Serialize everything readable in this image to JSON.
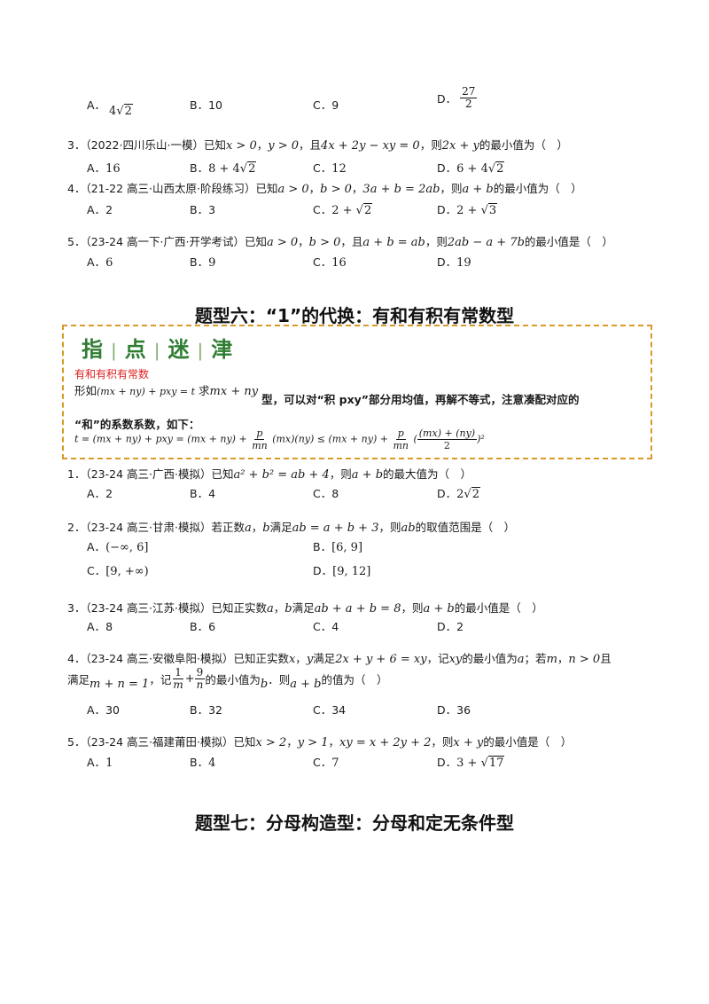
{
  "top_options": {
    "a_label": "A．",
    "a_val": "4",
    "a_rad": "2",
    "b_label": "B．",
    "b_val": "10",
    "c_label": "C．",
    "c_val": "9",
    "d_label": "D．",
    "d_num": "27",
    "d_den": "2"
  },
  "q3": {
    "prefix": "3．（2022·四川乐山·一模）已知",
    "c1": "x > 0",
    "s1": "，",
    "c2": "y > 0",
    "s2": "，且",
    "c3": "4x + 2y − xy = 0",
    "s3": "，则",
    "c4": "2x + y",
    "tail": "的最小值为（　）",
    "opts": [
      "A．",
      "16",
      "B．",
      "8 + 4",
      "2",
      "C．",
      "12",
      "D．",
      "6 + 4",
      "2"
    ]
  },
  "q4": {
    "prefix": "4．（21-22 高三·山西太原·阶段练习）已知",
    "c1": "a > 0",
    "s1": "，",
    "c2": "b > 0",
    "s2": "，",
    "c3": "3a + b = 2ab",
    "s3": "，则",
    "c4": "a + b",
    "tail": "的最小值为（　）",
    "opts": [
      "A．",
      "2",
      "B．",
      "3",
      "C．",
      "2 + ",
      "2",
      "D．",
      "2 + ",
      "3"
    ]
  },
  "q5": {
    "prefix": "5．（23-24 高一下·广西·开学考试）已知",
    "c1": "a > 0",
    "s1": "，",
    "c2": "b > 0",
    "s2": "，且",
    "c3": "a + b = ab",
    "s3": "，则",
    "c4": "2ab − a + 7b",
    "tail": "的最小值是（　）",
    "opts": [
      "A．",
      "6",
      "B．",
      "9",
      "C．",
      "16",
      "D．",
      "19"
    ]
  },
  "heading6": "题型六：“1”的代换：有和有积有常数型",
  "tip": {
    "t1": "指",
    "t2": "点",
    "t3": "迷",
    "t4": "津",
    "sep": "|",
    "red": "有和有积有常数",
    "line1_pre": "形如",
    "line1_m1": "(mx + ny) + pxy = t",
    "line1_mid": "求",
    "line1_m2": "mx + ny",
    "line1_bold": "型，可以对“积 pxy”部分用均值，再解不等式，注意凑配对应的",
    "line2_bold": "“和”的系数系数，如下：",
    "f_a": "t = (mx + ny) + pxy = (mx + ny) +",
    "f_p": "p",
    "f_mn": "mn",
    "f_b": "(mx)(ny) ≤ (mx + ny) +",
    "f_p2": "p",
    "f_mn2": "mn",
    "f_c": "(",
    "f_num": "(mx) + (ny)",
    "f_den": "2",
    "f_d": ")²"
  },
  "s1": {
    "prefix": "1．（23-24 高三·广西·模拟）已知",
    "c1": "a² + b² = ab + 4",
    "s1": "，则",
    "c2": "a + b",
    "tail": "的最大值为（　）",
    "opts": [
      "A．",
      "2",
      "B．",
      "4",
      "C．",
      "8",
      "D．",
      "2",
      "2"
    ]
  },
  "s2": {
    "prefix": "2．（23-24 高三·甘肃·模拟）若正数",
    "c1": "a",
    "s1": "，",
    "c2": "b",
    "s2": "满足",
    "c3": "ab = a + b + 3",
    "s3": "，则",
    "c4": "ab",
    "tail": "的取值范围是（　）",
    "opts": [
      "A．",
      "(−∞, 6]",
      "B．",
      "[6, 9]",
      "C．",
      "[9, +∞)",
      "D．",
      "[9, 12]"
    ]
  },
  "s3": {
    "prefix": "3．（23-24 高三·江苏·模拟）已知正实数",
    "c1": "a",
    "s1": "，",
    "c2": "b",
    "s2": "满足",
    "c3": "ab + a + b = 8",
    "s3": "，则",
    "c4": "a + b",
    "tail": "的最小值是（　）",
    "opts": [
      "A．",
      "8",
      "B．",
      "6",
      "C．",
      "4",
      "D．",
      "2"
    ]
  },
  "s4": {
    "prefix": "4．（23-24 高三·安徽阜阳·模拟）已知正实数",
    "c1": "x",
    "s1": "，",
    "c2": "y",
    "s2": "满足",
    "c3": "2x + y + 6 = xy",
    "s3": "，记",
    "c4": "xy",
    "s4": "的最小值为",
    "c5": "a",
    "s5": "；若",
    "c6": "m",
    "s6": "，",
    "c7": "n > 0",
    "s7": "且",
    "l2a": "满足",
    "l2m1": "m + n = 1",
    "l2b": "，记",
    "l2n1": "1",
    "l2d1": "m",
    "l2plus": "+",
    "l2n2": "9",
    "l2d2": "n",
    "l2c": "的最小值为",
    "l2m2": "b",
    "l2d": "．则",
    "l2m3": "a + b",
    "l2e": "的值为（　）",
    "opts": [
      "A．",
      "30",
      "B．",
      "32",
      "C．",
      "34",
      "D．",
      "36"
    ]
  },
  "s5": {
    "prefix": "5．（23-24 高三·福建莆田·模拟）已知",
    "c1": "x > 2",
    "s1": "，",
    "c2": "y > 1",
    "s2": "，",
    "c3": "xy = x + 2y + 2",
    "s3": "，则",
    "c4": "x + y",
    "tail": "的最小值是（　）",
    "opts": [
      "A．",
      "1",
      "B．",
      "4",
      "C．",
      "7",
      "D．",
      "3 + ",
      "17"
    ]
  },
  "heading7": "题型七：分母构造型：分母和定无条件型"
}
